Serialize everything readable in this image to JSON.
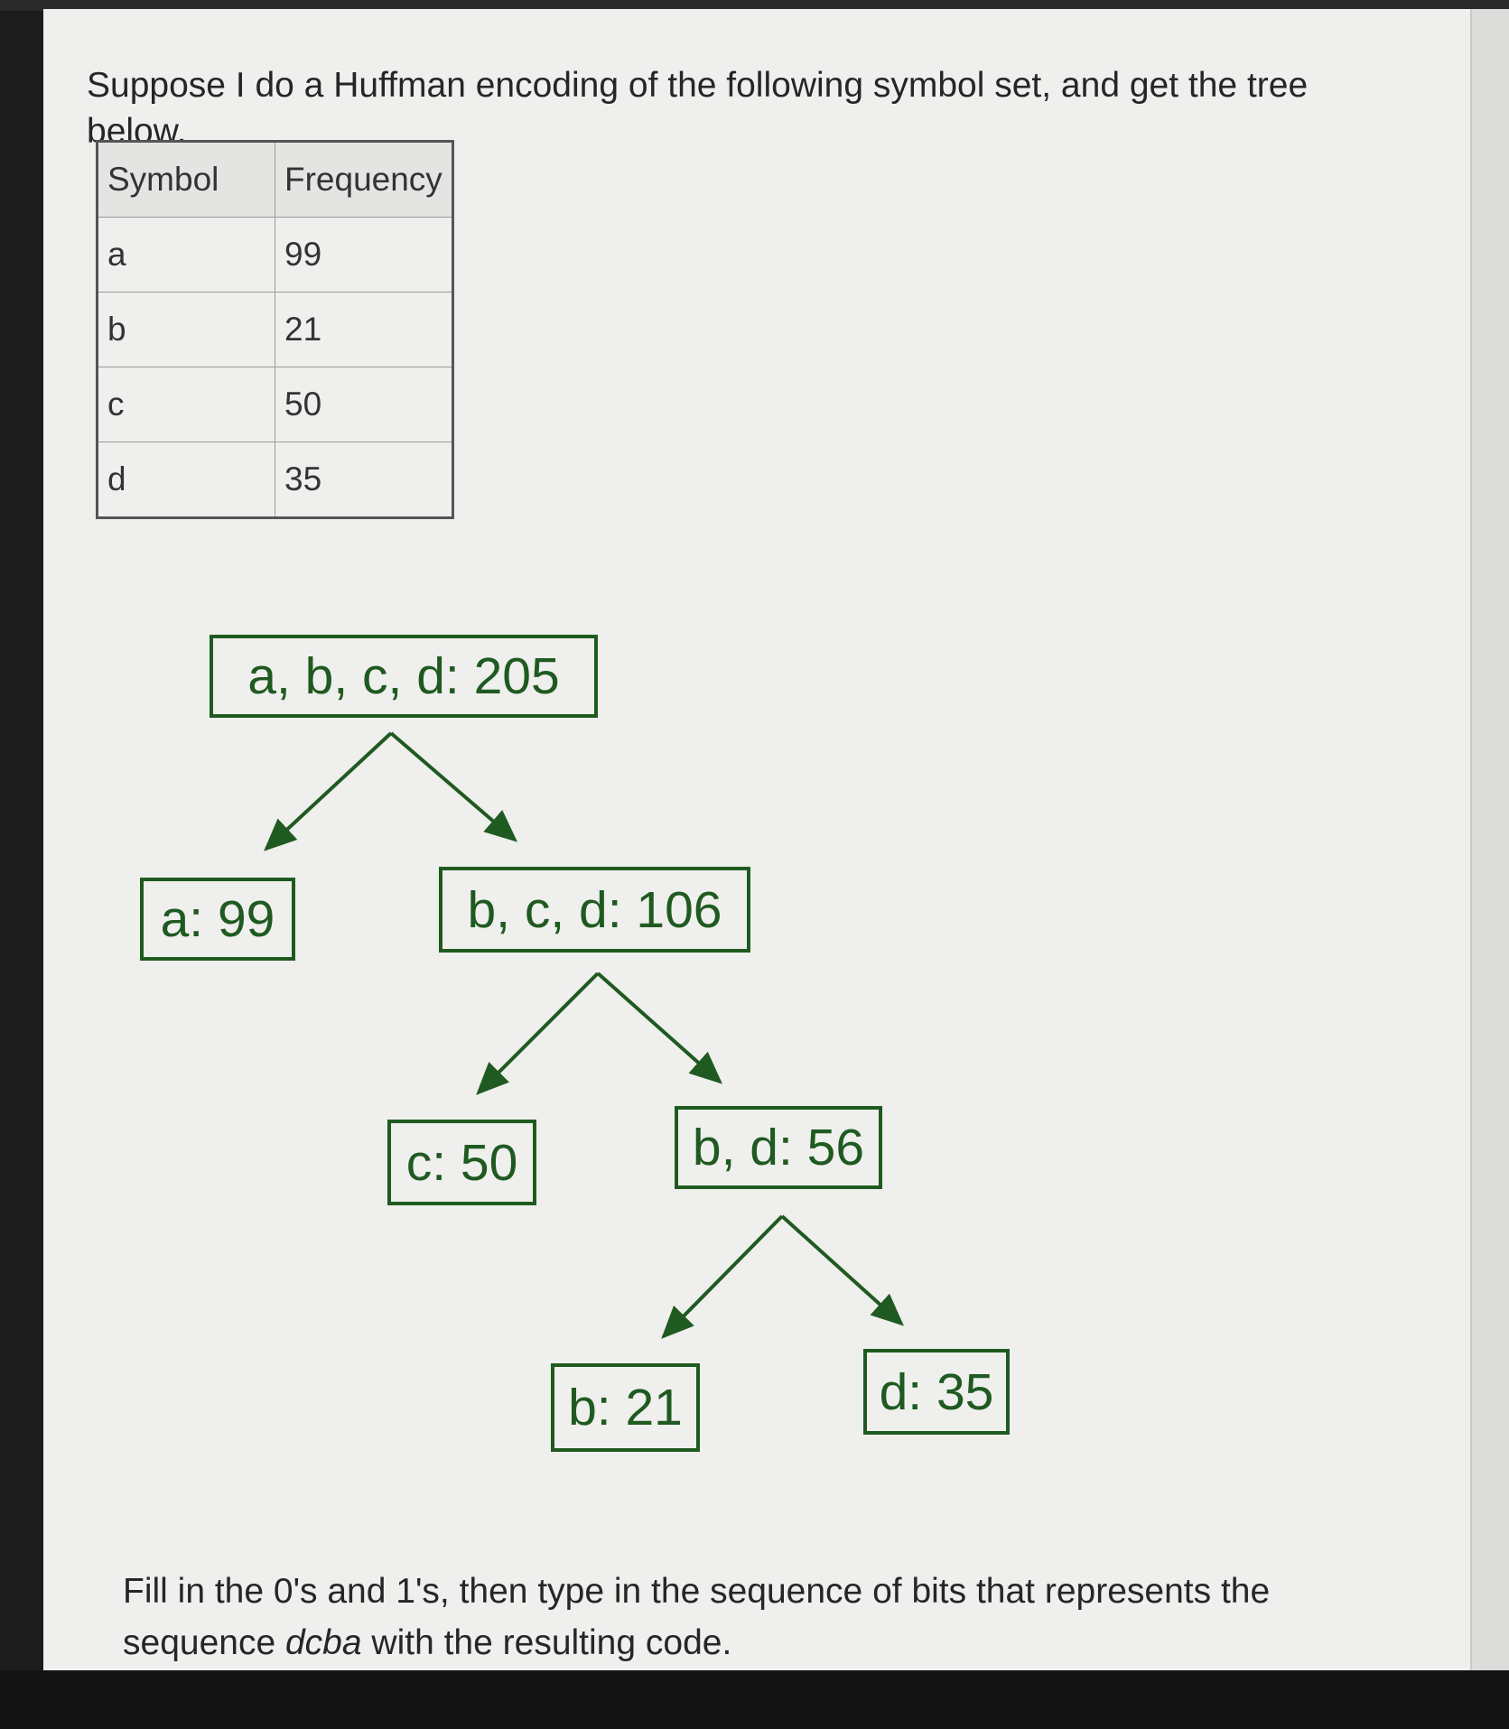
{
  "question": {
    "prompt": "Suppose I do a Huffman encoding of the following symbol set, and get the tree below.",
    "table": {
      "headers": [
        "Symbol",
        "Frequency"
      ],
      "rows": [
        [
          "a",
          "99"
        ],
        [
          "b",
          "21"
        ],
        [
          "c",
          "50"
        ],
        [
          "d",
          "35"
        ]
      ]
    },
    "tree": {
      "root": "a, b, c, d: 205",
      "node_a": "a: 99",
      "node_bcd": "b, c, d: 106",
      "node_c": "c: 50",
      "node_bd": "b, d: 56",
      "node_b": "b: 21",
      "node_d": "d: 35"
    },
    "instructions": {
      "part1": "Fill in the 0's and 1's, then type in the sequence of bits that represents the sequence",
      "sequence": "dcba",
      "part2": "with the resulting code."
    }
  },
  "colors": {
    "tree_green": "#1f5a20",
    "page_background": "#efefed"
  }
}
